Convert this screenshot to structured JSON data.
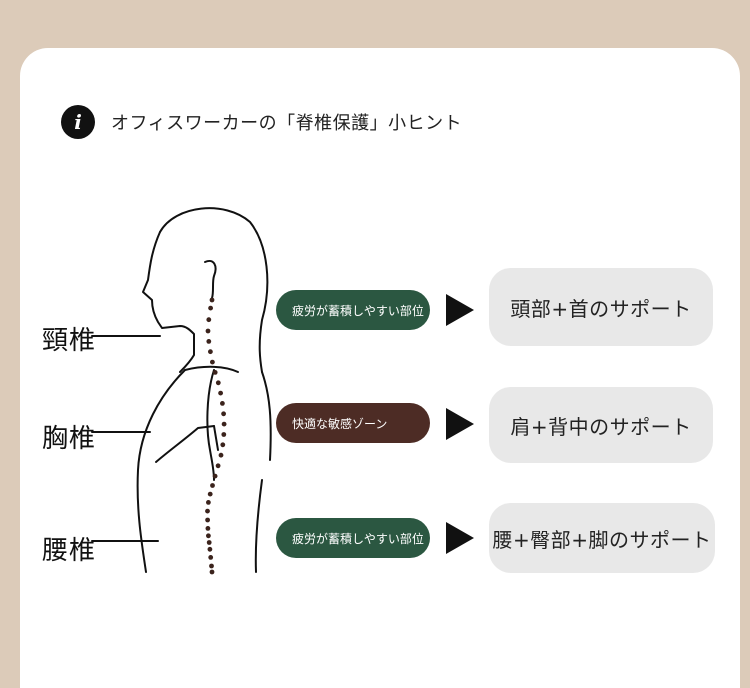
{
  "header": {
    "title": "オフィスワーカーの「脊椎保護」小ヒント",
    "icon": "info-icon",
    "icon_glyph": "i"
  },
  "spine": {
    "labels": [
      "頸椎",
      "胸椎",
      "腰椎"
    ]
  },
  "rows": [
    {
      "tag": "疲労が蓄積しやすい部位",
      "tag_color": "#2b5741",
      "support": "頭部+首のサポート"
    },
    {
      "tag": "快適な敏感ゾーン",
      "tag_color": "#4d2c25",
      "support": "肩+背中のサポート"
    },
    {
      "tag": "疲労が蓄積しやすい部位",
      "tag_color": "#2b5741",
      "support": "腰+臀部+脚のサポート"
    }
  ],
  "colors": {
    "background": "#dccbb9",
    "card": "#ffffff",
    "spine_dots": "#3b231c",
    "support_box": "#e8e8e8"
  }
}
